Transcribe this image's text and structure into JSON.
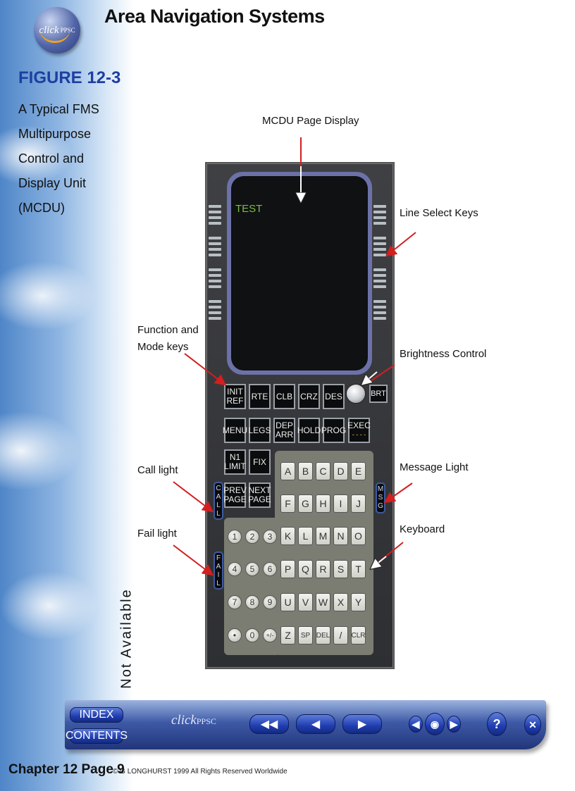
{
  "header": {
    "title": "Area Navigation Systems",
    "logo_text": "click",
    "logo_sub": "PPSC"
  },
  "figure": {
    "number": "FIGURE 12-3",
    "caption_lines": [
      "A Typical FMS",
      "Multipurpose",
      "Control and",
      "Display Unit",
      "(MCDU)"
    ]
  },
  "callouts": {
    "display": "MCDU Page Display",
    "line_select": "Line Select Keys",
    "function_mode_1": "Function and",
    "function_mode_2": "Mode keys",
    "brightness": "Brightness Control",
    "call_light": "Call light",
    "message_light": "Message Light",
    "fail_light": "Fail light",
    "keyboard": "Keyboard",
    "not_available": "Not Available"
  },
  "mcdu": {
    "screen_text": "TEST",
    "row1_keys": [
      [
        "INIT",
        "REF"
      ],
      [
        "RTE"
      ],
      [
        "CLB"
      ],
      [
        "CRZ"
      ],
      [
        "DES"
      ]
    ],
    "brt_key": "BRT",
    "row2_keys": [
      [
        "MENU"
      ],
      [
        "LEGS"
      ],
      [
        "DEP",
        "ARR"
      ],
      [
        "HOLD"
      ],
      [
        "PROG"
      ],
      [
        "EXEC",
        "- - - -"
      ]
    ],
    "n1_limit": [
      "N1",
      "LIMIT"
    ],
    "fix": "FIX",
    "prev_page": [
      "PREV",
      "PAGE"
    ],
    "next_page": [
      "NEXT",
      "PAGE"
    ],
    "call_light": [
      "C",
      "A",
      "L",
      "L"
    ],
    "fail_light": [
      "F",
      "A",
      "I",
      "L"
    ],
    "msg_light": [
      "M",
      "S",
      "G"
    ],
    "alpha_rows": [
      [
        "A",
        "B",
        "C",
        "D",
        "E"
      ],
      [
        "F",
        "G",
        "H",
        "I",
        "J"
      ],
      [
        "K",
        "L",
        "M",
        "N",
        "O"
      ],
      [
        "P",
        "Q",
        "R",
        "S",
        "T"
      ],
      [
        "U",
        "V",
        "W",
        "X",
        "Y"
      ],
      [
        "Z",
        "SP",
        "DEL",
        "/",
        "CLR"
      ]
    ],
    "num_rows": [
      [
        "1",
        "2",
        "3"
      ],
      [
        "4",
        "5",
        "6"
      ],
      [
        "7",
        "8",
        "9"
      ],
      [
        "•",
        "0",
        "+/-"
      ]
    ]
  },
  "nav": {
    "index": "INDEX",
    "contents": "CONTENTS",
    "logo_text": "click",
    "logo_sub": "PPSC",
    "rewind_icon": "◀◀",
    "back_icon": "◀",
    "forward_icon": "▶",
    "prev_small": "◀",
    "binoculars": "◉",
    "next_small": "▶",
    "help": "?",
    "close": "✕"
  },
  "footer": {
    "chapter_page": "Chapter 12  Page 9",
    "copyright": "© G LONGHURST  1999  All Rights Reserved Worldwide"
  }
}
